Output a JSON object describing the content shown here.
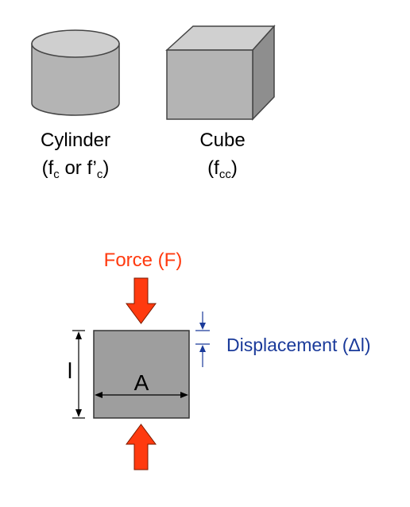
{
  "specimens": {
    "cylinder": {
      "name": "Cylinder",
      "symbol_open": "(f",
      "symbol_sub1": "c",
      "symbol_mid": " or f’",
      "symbol_sub2": "c",
      "symbol_close": ")"
    },
    "cube": {
      "name": "Cube",
      "symbol_open": "(f",
      "symbol_sub": "cc",
      "symbol_close": ")"
    }
  },
  "loading": {
    "force_label": "Force (F)",
    "displacement_label": "Displacement (Δl)",
    "length_label": "l",
    "area_label": "A"
  },
  "colors": {
    "specimen_fill": "#b4b4b4",
    "specimen_outline": "#444444",
    "force_arrow": "#ff3a0f",
    "displacement": "#1a3a9a"
  }
}
